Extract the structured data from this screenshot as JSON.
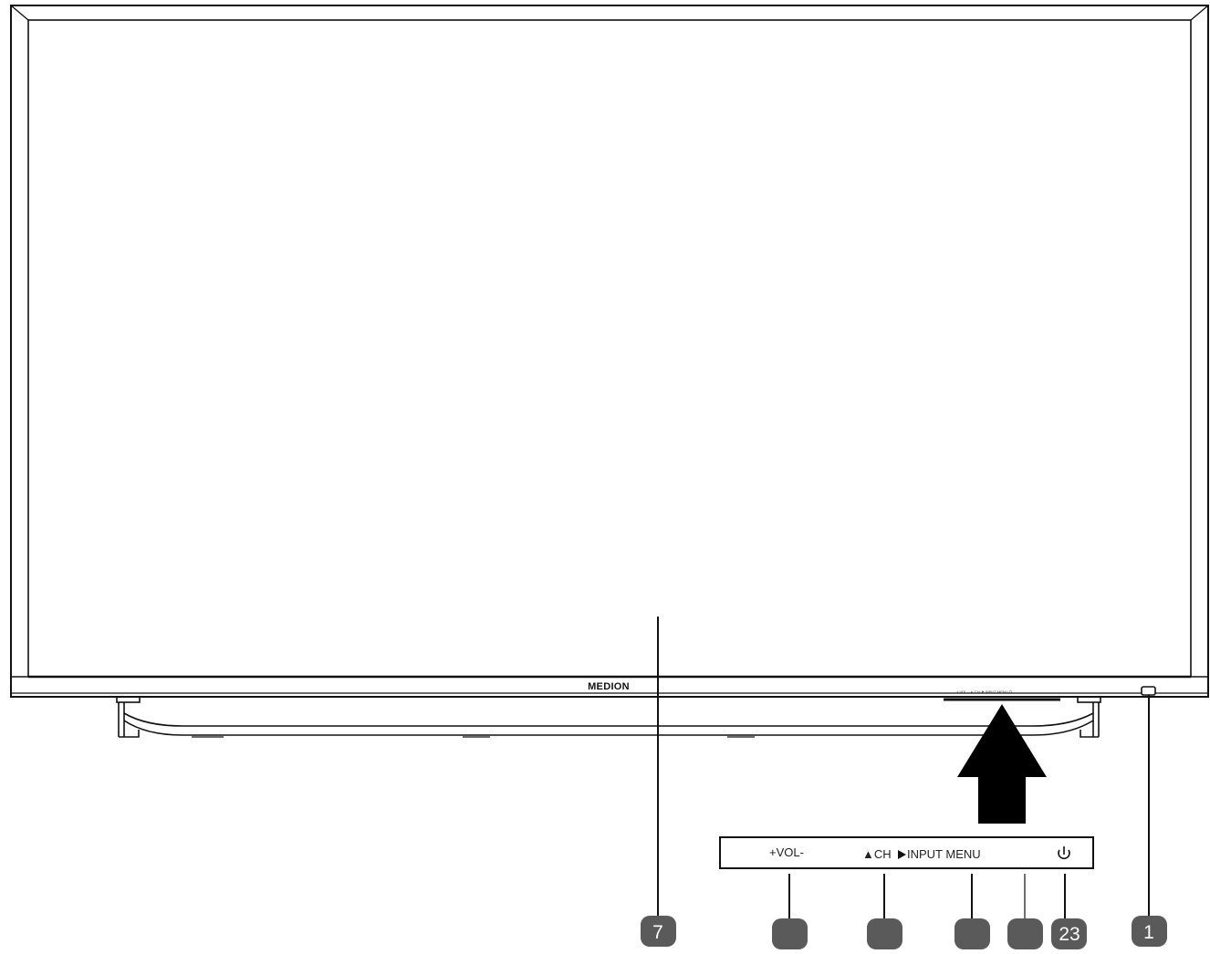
{
  "brand": "MEDION",
  "tv_panel_label_small": "+ VOL -   ▲ CH ▼   INPUT  MENU   ⏻",
  "control_panel": {
    "vol_label": "+VOL-",
    "ch_label": "▲CH",
    "input_menu_label": "INPUT MENU",
    "power_symbol": "⏻"
  },
  "callouts": {
    "c1": "1",
    "c7": "7",
    "c23": "23",
    "c_vol": "",
    "c_ch": "",
    "c_input": "",
    "c_menu": ""
  },
  "colors": {
    "line": "#111111",
    "callout_fill": "#5a5a5a",
    "arrow": "#000000"
  },
  "icons": [
    "power-icon",
    "arrow-up-icon",
    "triangle-up-icon",
    "triangle-right-icon"
  ]
}
